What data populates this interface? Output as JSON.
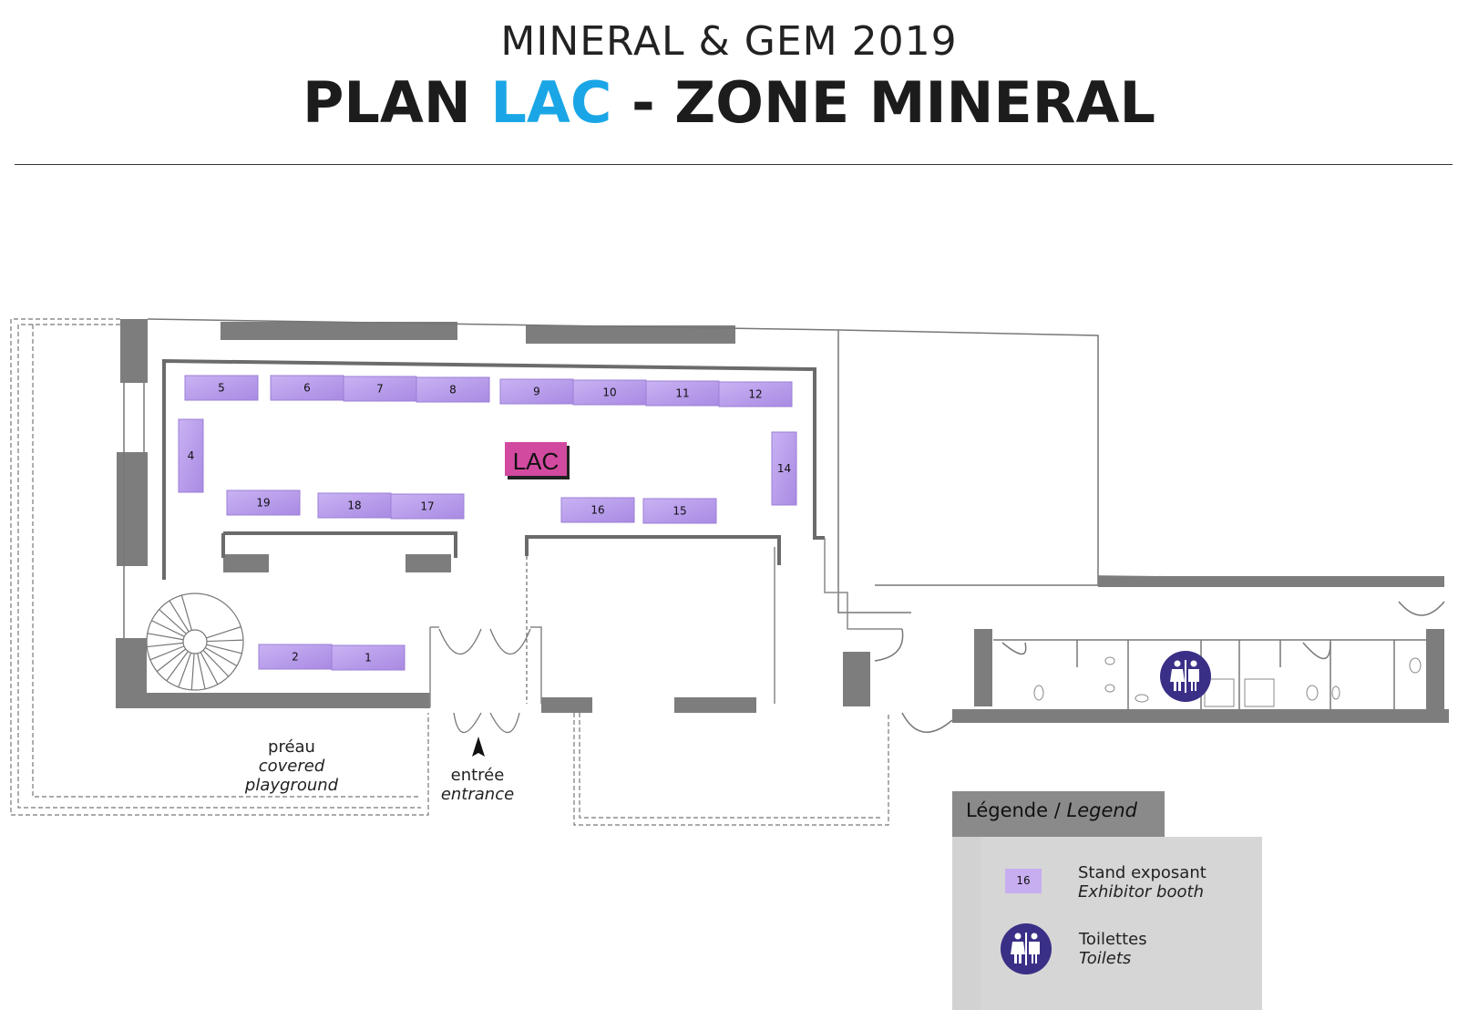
{
  "header": {
    "title_top": "MINERAL & GEM 2019",
    "title_main_pre": "PLAN ",
    "title_main_accent": "LAC",
    "title_main_post": " - ZONE MINERAL",
    "accent_color": "#1aa6e6"
  },
  "map": {
    "lac_label": "LAC",
    "lac_color": "#d24aa0",
    "booth_color": "#b89ae8",
    "booths": [
      {
        "id": "booth-1",
        "label": "1"
      },
      {
        "id": "booth-2",
        "label": "2"
      },
      {
        "id": "booth-4",
        "label": "4"
      },
      {
        "id": "booth-5",
        "label": "5"
      },
      {
        "id": "booth-6",
        "label": "6"
      },
      {
        "id": "booth-7",
        "label": "7"
      },
      {
        "id": "booth-8",
        "label": "8"
      },
      {
        "id": "booth-9",
        "label": "9"
      },
      {
        "id": "booth-10",
        "label": "10"
      },
      {
        "id": "booth-11",
        "label": "11"
      },
      {
        "id": "booth-12",
        "label": "12"
      },
      {
        "id": "booth-14",
        "label": "14"
      },
      {
        "id": "booth-15",
        "label": "15"
      },
      {
        "id": "booth-16",
        "label": "16"
      },
      {
        "id": "booth-17",
        "label": "17"
      },
      {
        "id": "booth-18",
        "label": "18"
      },
      {
        "id": "booth-19",
        "label": "19"
      }
    ],
    "labels": {
      "preau": "préau",
      "preau_en": "covered playground",
      "entree": "entrée",
      "entree_en": "entrance"
    },
    "toilet_icon": "toilets-icon"
  },
  "legend": {
    "title": "Légende / ",
    "title_en": "Legend",
    "booth_sample": "16",
    "booth_fr": "Stand exposant",
    "booth_en": "Exhibitor booth",
    "toilet_fr": "Toilettes",
    "toilet_en": "Toilets",
    "toilet_icon": "toilets-icon"
  }
}
